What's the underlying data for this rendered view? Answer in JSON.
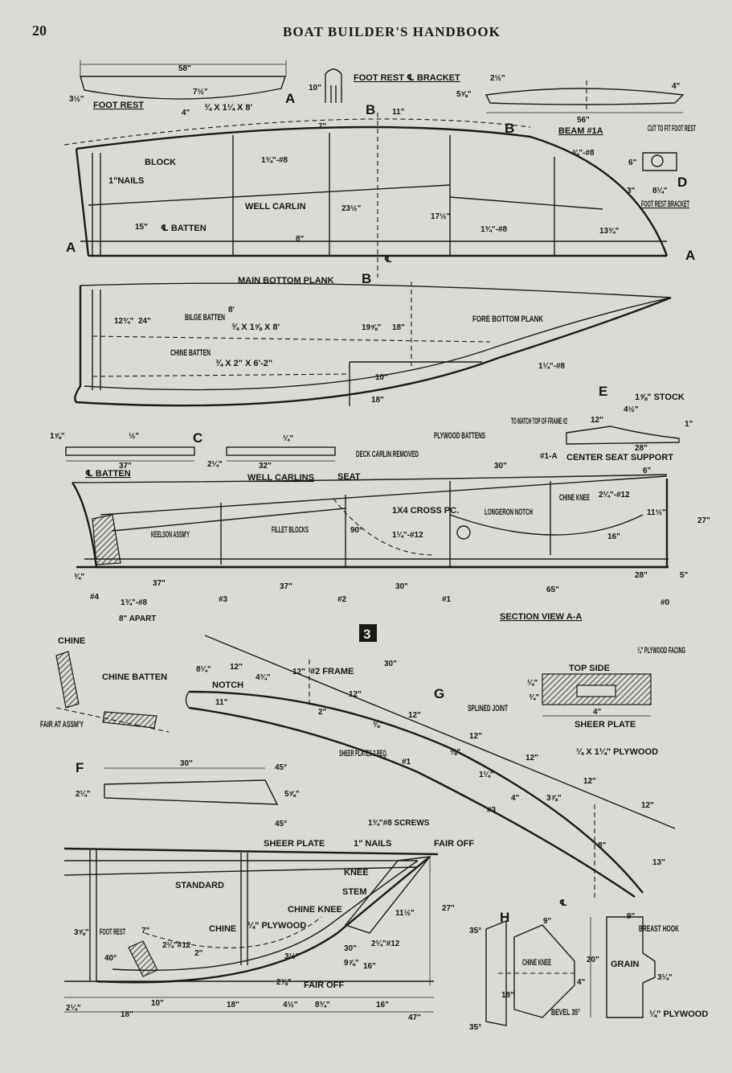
{
  "header": {
    "page_number": "20",
    "title": "BOAT BUILDER'S HANDBOOK"
  },
  "figure_number": "3",
  "callouts": {
    "A": "A",
    "B": "B",
    "C": "C",
    "D": "D",
    "E": "E",
    "F": "F",
    "G": "G",
    "H": "H"
  },
  "top_left": {
    "foot_rest": "FOOT REST",
    "dim_58": "58\"",
    "dim_3_5": "3½\"",
    "dim_7_5": "7½\"",
    "dim_4": "4\"",
    "stock": "¾ X 1¼ X 8'",
    "foot_rest_bracket": "FOOT REST ℄ BRACKET",
    "dim_10": "10\""
  },
  "top_right": {
    "beam": "BEAM #1A",
    "dim_56": "56\"",
    "dim_2_5": "2½\"",
    "dim_5_5_8": "5⅝\"",
    "dim_4": "4\"",
    "cut_to_fit": "CUT TO FIT FOOT REST",
    "dim_6": "6\"",
    "dim_3": "3\"",
    "dim_8_1_4": "8¼\"",
    "bracket": "FOOT REST BRACKET"
  },
  "plan_view": {
    "block": "BLOCK",
    "nails": "1\"NAILS",
    "dim_15": "15\"",
    "batten": "℄ BATTEN",
    "screw1": "1¾\"-#8",
    "dim_7": "7\"",
    "dim_11": "11\"",
    "well_carlin": "WELL CARLIN",
    "dim_23_5": "23½\"",
    "dim_8": "8\"",
    "screw2": "¾\"-#8",
    "dim_17_5": "17½\"",
    "screw3": "1¾\"-#8",
    "dim_13_75": "13¾\"",
    "cl": "℄",
    "sec_a": "A",
    "sec_b": "B"
  },
  "bottom_view": {
    "main_bottom_plank": "MAIN BOTTOM PLANK",
    "dim_8ft": "8'",
    "bilge_batten": "BILGE BATTEN",
    "bilge_stock": "¾ X 1⅝ X 8'",
    "dim_12_75": "12¾\"",
    "dim_24": "24\"",
    "chine_batten": "CHINE BATTEN",
    "chine_stock": "¾ X 2\" X 6'-2\"",
    "dim_19_5_8": "19⅝\"",
    "dim_18": "18\"",
    "dim_10": "10\"",
    "dim_18b": "18\"",
    "fore_bottom_plank": "FORE BOTTOM PLANK",
    "screw": "1¼\"-#8",
    "plywood_battens": "PLYWOOD BATTENS"
  },
  "part_c": {
    "dim_1_5_8": "1⅝\"",
    "dim_1_2": "½\"",
    "dim_37": "37\"",
    "batten": "℄ BATTEN",
    "dim_1_4": "¼\"",
    "dim_2_1_4": "2¼\"",
    "dim_32": "32\"",
    "well_carlins": "WELL CARLINS"
  },
  "part_e": {
    "stock": "1⅝\" STOCK",
    "dim_12": "12\"",
    "dim_4_5": "4½\"",
    "dim_28": "28\"",
    "dim_1": "1\"",
    "match_frame": "TO MATCH TOP OF FRAME #2"
  },
  "section_aa": {
    "deck_carlin": "DECK CARLIN REMOVED",
    "seat": "SEAT",
    "dim_30": "30\"",
    "beam_1a": "#1-A",
    "center_seat": "CENTER SEAT SUPPORT",
    "dim_6": "6\"",
    "keelson": "KEELSON ASSM'Y",
    "fillet": "FILLET BLOCKS",
    "angle_90": "90°",
    "cross_pc": "1X4 CROSS PC.",
    "screw_12": "1¼\"-#12",
    "longeron": "LONGERON NOTCH",
    "chine_knee": "CHINE KNEE",
    "screw_2_25": "2¼\"-#12",
    "dim_11_5": "11½\"",
    "dim_16": "16\"",
    "dim_27": "27\"",
    "dim_28": "28\"",
    "dim_5": "5\"",
    "dim_3_4": "¾\"",
    "st4": "#4",
    "dim_37a": "37\"",
    "st3": "#3",
    "dim_37b": "37\"",
    "st2": "#2",
    "dim_30b": "30\"",
    "st1": "#1",
    "dim_65": "65\"",
    "st0": "#0",
    "screw_1_75": "1¾\"-#8",
    "apart": "8\" APART",
    "title": "SECTION VIEW A-A"
  },
  "chine_detail": {
    "chine": "CHINE",
    "chine_batten": "CHINE BATTEN",
    "fair": "FAIR AT ASSM'Y"
  },
  "part_f": {
    "dim_30": "30\"",
    "dim_2_1_4": "2¼\"",
    "dim_5_5_8": "5⅝\"",
    "angle_a": "45°",
    "angle_b": "45°"
  },
  "part_g": {
    "dim_12a": "12\"",
    "dim_8_1_4": "8¼\"",
    "notch": "NOTCH",
    "dim_4_75": "4¾\"",
    "dim_11": "11\"",
    "dim_12b": "12\"",
    "frame2": "#2 FRAME",
    "dim_30": "30\"",
    "dim_12c": "12\"",
    "dim_2": "2\"",
    "dim_3_8": "⅜\"",
    "dim_12d": "12\"",
    "splined": "SPLINED JOINT",
    "dim_1_8": "⅛\"",
    "sheer_plates": "SHEER PLATES 2 REQ.",
    "st1": "#1",
    "dim_12e": "12\"",
    "dim_1_25": "1¼\"",
    "dim_12f": "12\"",
    "dim_12g": "12\"",
    "dim_3_7_8": "3⅞\"",
    "st3": "#3",
    "dim_4": "4\"",
    "dim_12h": "12\"",
    "dim_8": "8\"",
    "dim_13": "13\"",
    "cl": "℄"
  },
  "sheer_section": {
    "plywood_facing": "¼\" PLYWOOD FACING",
    "top_side": "TOP SIDE",
    "dim_1_4": "¼\"",
    "dim_3_4": "¾\"",
    "dim_4": "4\"",
    "sheer_plate": "SHEER PLATE",
    "plywood": "¼ X 1¼\" PLYWOOD"
  },
  "bow_detail": {
    "sheer_plate": "SHEER PLATE",
    "nails": "1\" NAILS",
    "screws": "1¾\"#8 SCREWS",
    "fair_off": "FAIR OFF",
    "knee": "KNEE",
    "stem": "STEM",
    "standard": "STANDARD",
    "chine_knee": "CHINE KNEE",
    "chine": "CHINE",
    "plywood": "¼\" PLYWOOD",
    "dim_11_5": "11½\"",
    "dim_27": "27\"",
    "dim_3_5_8": "3⅝\"",
    "foot_rest": "FOOT REST",
    "dim_7": "7\"",
    "angle_40": "40°",
    "screw_a": "2¼\"#12",
    "dim_2": "2\"",
    "screw_b": "2¼\"#12",
    "dim_30": "30\"",
    "dim_9_7_8": "9⅞\"",
    "dim_16": "16\"",
    "dim_3_5": "3½\"",
    "dim_2_3_8": "2⅜\"",
    "fair_off2": "FAIR OFF",
    "dim_2_1_4": "2¼\"",
    "dim_10": "10\"",
    "dim_18a": "18\"",
    "dim_18b": "18\"",
    "dim_4_5": "4½\"",
    "dim_8_3_4": "8¾\"",
    "dim_16b": "16\"",
    "dim_47": "47\""
  },
  "part_h": {
    "dim_9a": "9\"",
    "dim_9b": "9\"",
    "angle_35a": "35°",
    "chine_knee": "CHINE KNEE",
    "dim_18": "18\"",
    "dim_4": "4\"",
    "bevel": "BEVEL 35°",
    "angle_35b": "35°",
    "breast_hook": "BREAST HOOK",
    "dim_20": "20\"",
    "grain": "GRAIN",
    "dim_3_1_4": "3¼\"",
    "plywood": "¼\" PLYWOOD"
  }
}
